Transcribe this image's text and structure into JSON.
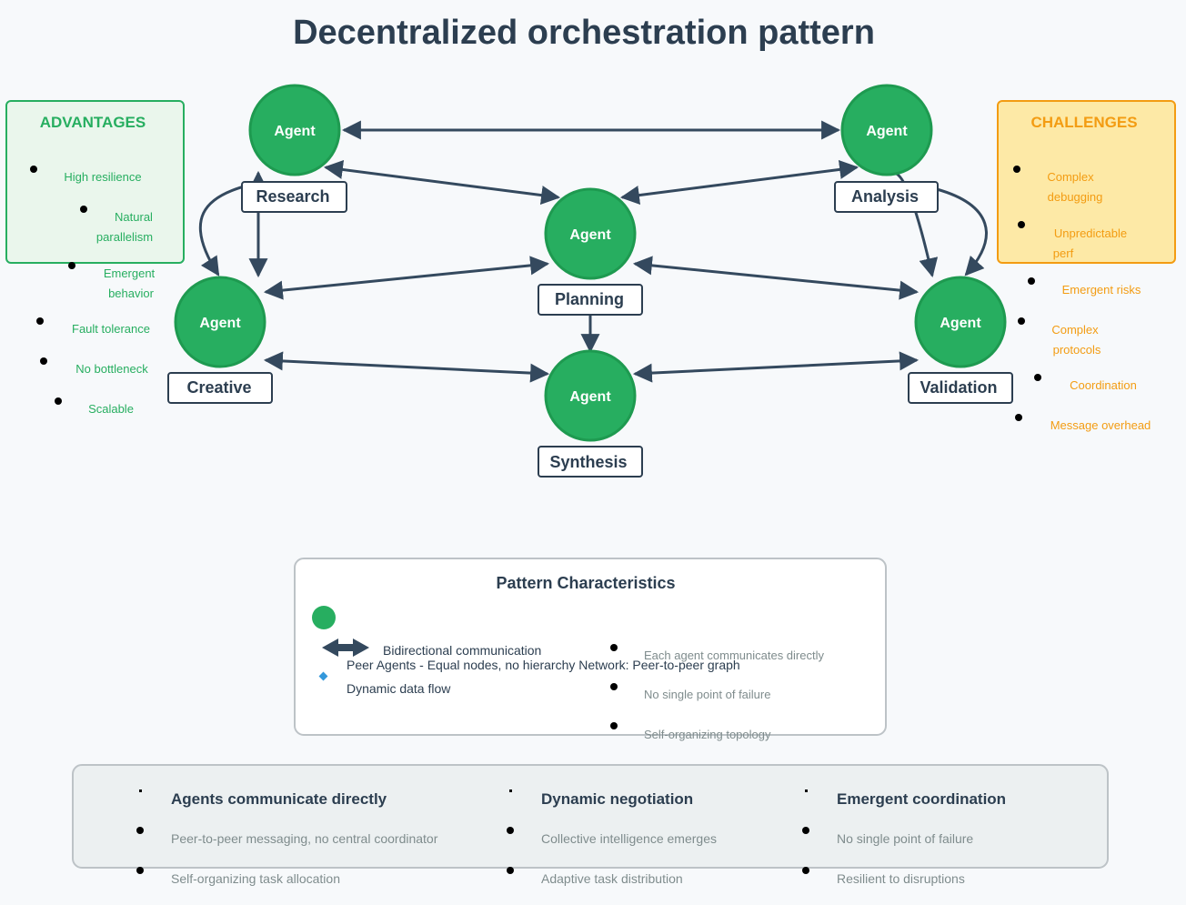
{
  "title": "Decentralized orchestration pattern",
  "agents": [
    {
      "id": "research",
      "text": "Agent",
      "label": "Research"
    },
    {
      "id": "analysis",
      "text": "Agent",
      "label": "Analysis"
    },
    {
      "id": "planning",
      "text": "Agent",
      "label": "Planning"
    },
    {
      "id": "creative",
      "text": "Agent",
      "label": "Creative"
    },
    {
      "id": "validation",
      "text": "Agent",
      "label": "Validation"
    },
    {
      "id": "synthesis",
      "text": "Agent",
      "label": "Synthesis"
    }
  ],
  "advantages": {
    "heading": "ADVANTAGES",
    "items": [
      [
        "High resilience"
      ],
      [
        "Natural",
        "parallelism"
      ],
      [
        "Emergent",
        "behavior"
      ],
      [
        "Fault tolerance"
      ],
      [
        "No bottleneck"
      ],
      [
        "Scalable"
      ]
    ]
  },
  "challenges": {
    "heading": "CHALLENGES",
    "items": [
      [
        "Complex",
        "debugging"
      ],
      [
        "Unpredictable",
        "perf"
      ],
      [
        "Emergent risks"
      ],
      [
        "Complex",
        "protocols"
      ],
      [
        "Coordination"
      ],
      [
        "Message overhead"
      ]
    ]
  },
  "characteristics": {
    "heading": "Pattern Characteristics",
    "legend_bidirectional": "Bidirectional communication",
    "legend_peer": "Peer Agents - Equal nodes, no hierarchy Network: Peer-to-peer graph",
    "legend_dynamic": "Dynamic data flow",
    "notes": [
      "Each agent communicates directly",
      "No single point of failure",
      "Self-organizing topology"
    ]
  },
  "footer": {
    "columns": [
      {
        "heading": "Agents communicate directly",
        "items": [
          "Peer-to-peer messaging, no central coordinator",
          "Self-organizing task allocation"
        ]
      },
      {
        "heading": "Dynamic negotiation",
        "items": [
          "Collective intelligence emerges",
          "Adaptive task distribution"
        ]
      },
      {
        "heading": "Emergent coordination",
        "items": [
          "No single point of failure",
          "Resilient to disruptions"
        ]
      }
    ]
  },
  "colors": {
    "agent": "#27ae60",
    "agent_stroke": "#1e9a50",
    "edge": "#34495e",
    "advantages_bg": "#eaf6ec",
    "advantages_border": "#27ae60",
    "challenges_bg": "#fde9a6",
    "challenges_border": "#f39c12",
    "legend_diamond": "#3498db"
  }
}
